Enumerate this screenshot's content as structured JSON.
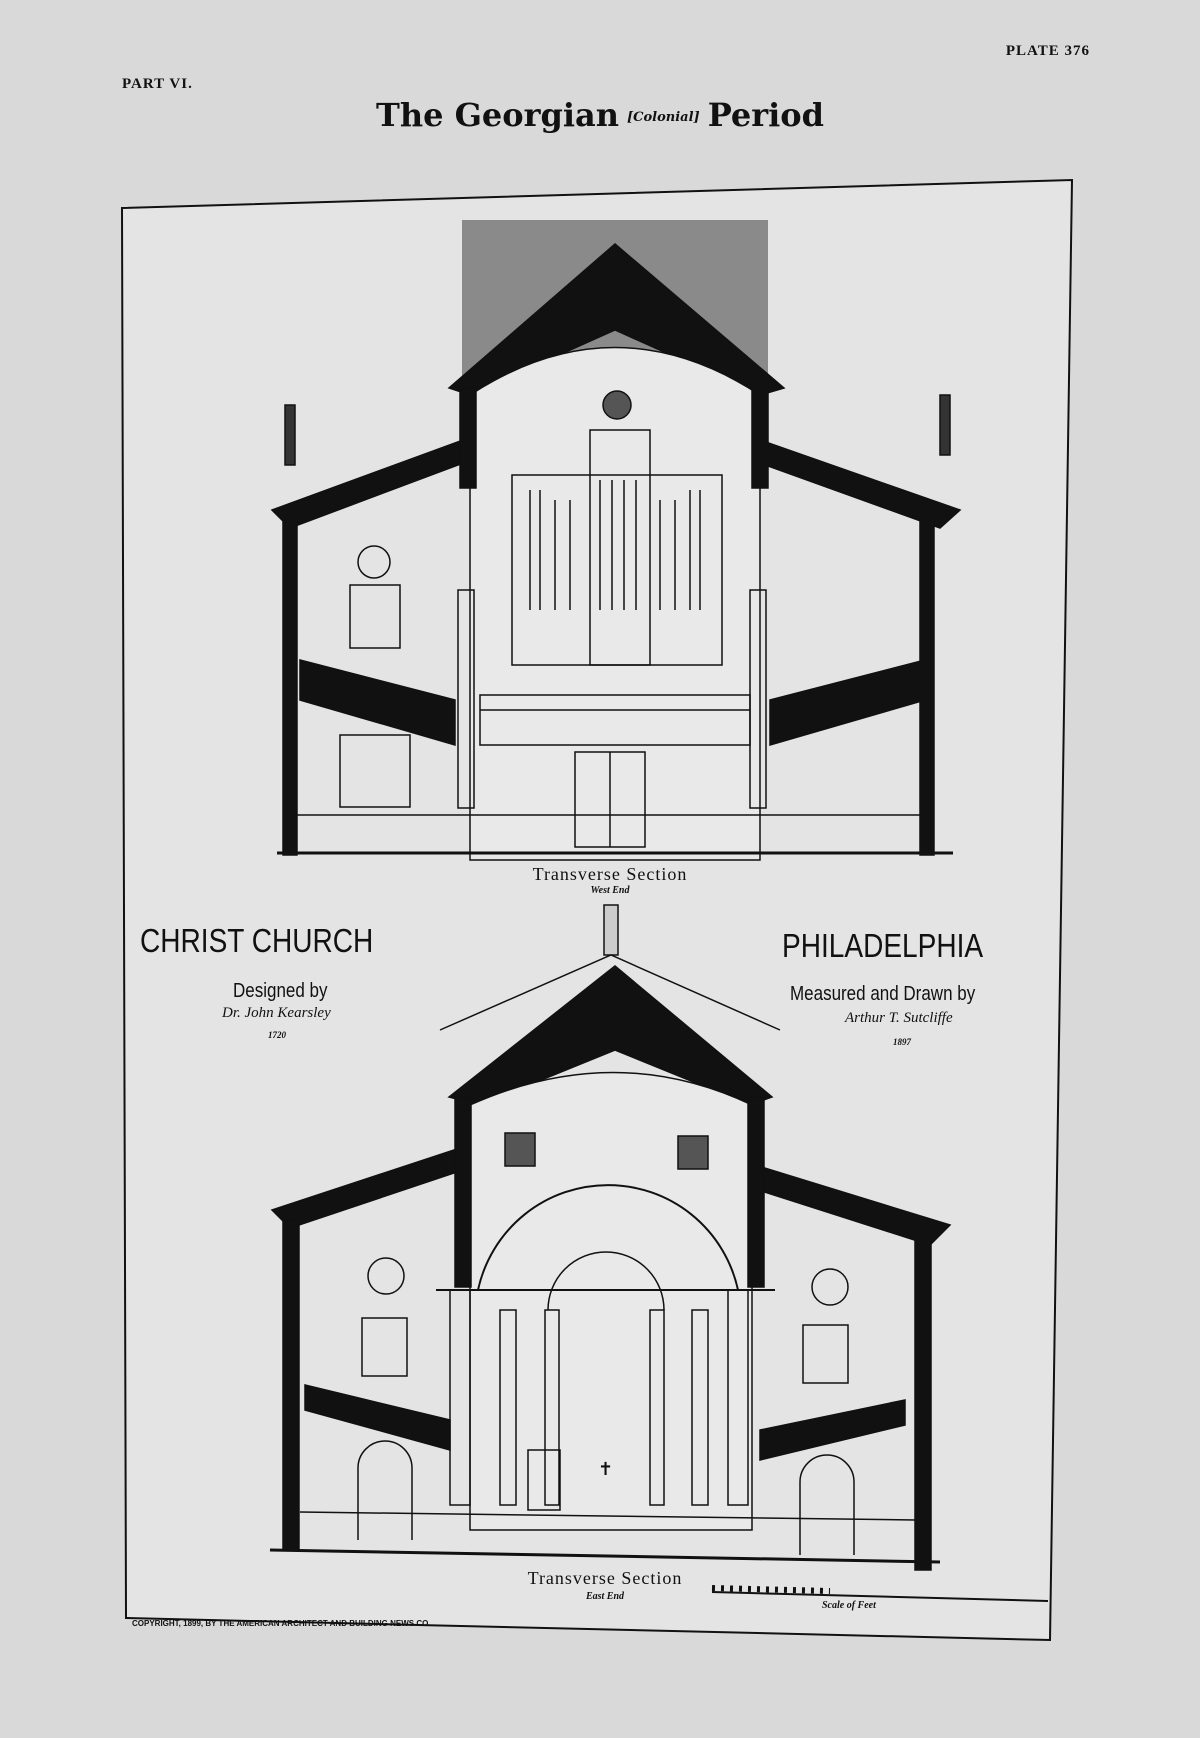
{
  "header": {
    "part": "PART VI.",
    "plate": "PLATE 376",
    "title_main_1": "The Georgian",
    "title_sub": "[Colonial]",
    "title_main_2": "Period"
  },
  "plate": {
    "upper_caption": "Transverse Section",
    "upper_subcaption": "West End",
    "church_name": "CHRIST CHURCH",
    "city": "PHILADELPHIA",
    "designed_label": "Designed by",
    "designer": "Dr. John Kearsley",
    "design_year": "1720",
    "measured_label": "Measured and Drawn by",
    "drafter": "Arthur T. Sutcliffe",
    "drawn_year": "1897",
    "lower_caption": "Transverse Section",
    "lower_subcaption": "East End",
    "scale_label": "Scale of Feet",
    "copyright": "COPYRIGHT, 1899, BY THE AMERICAN ARCHITECT AND BUILDING NEWS CO."
  }
}
